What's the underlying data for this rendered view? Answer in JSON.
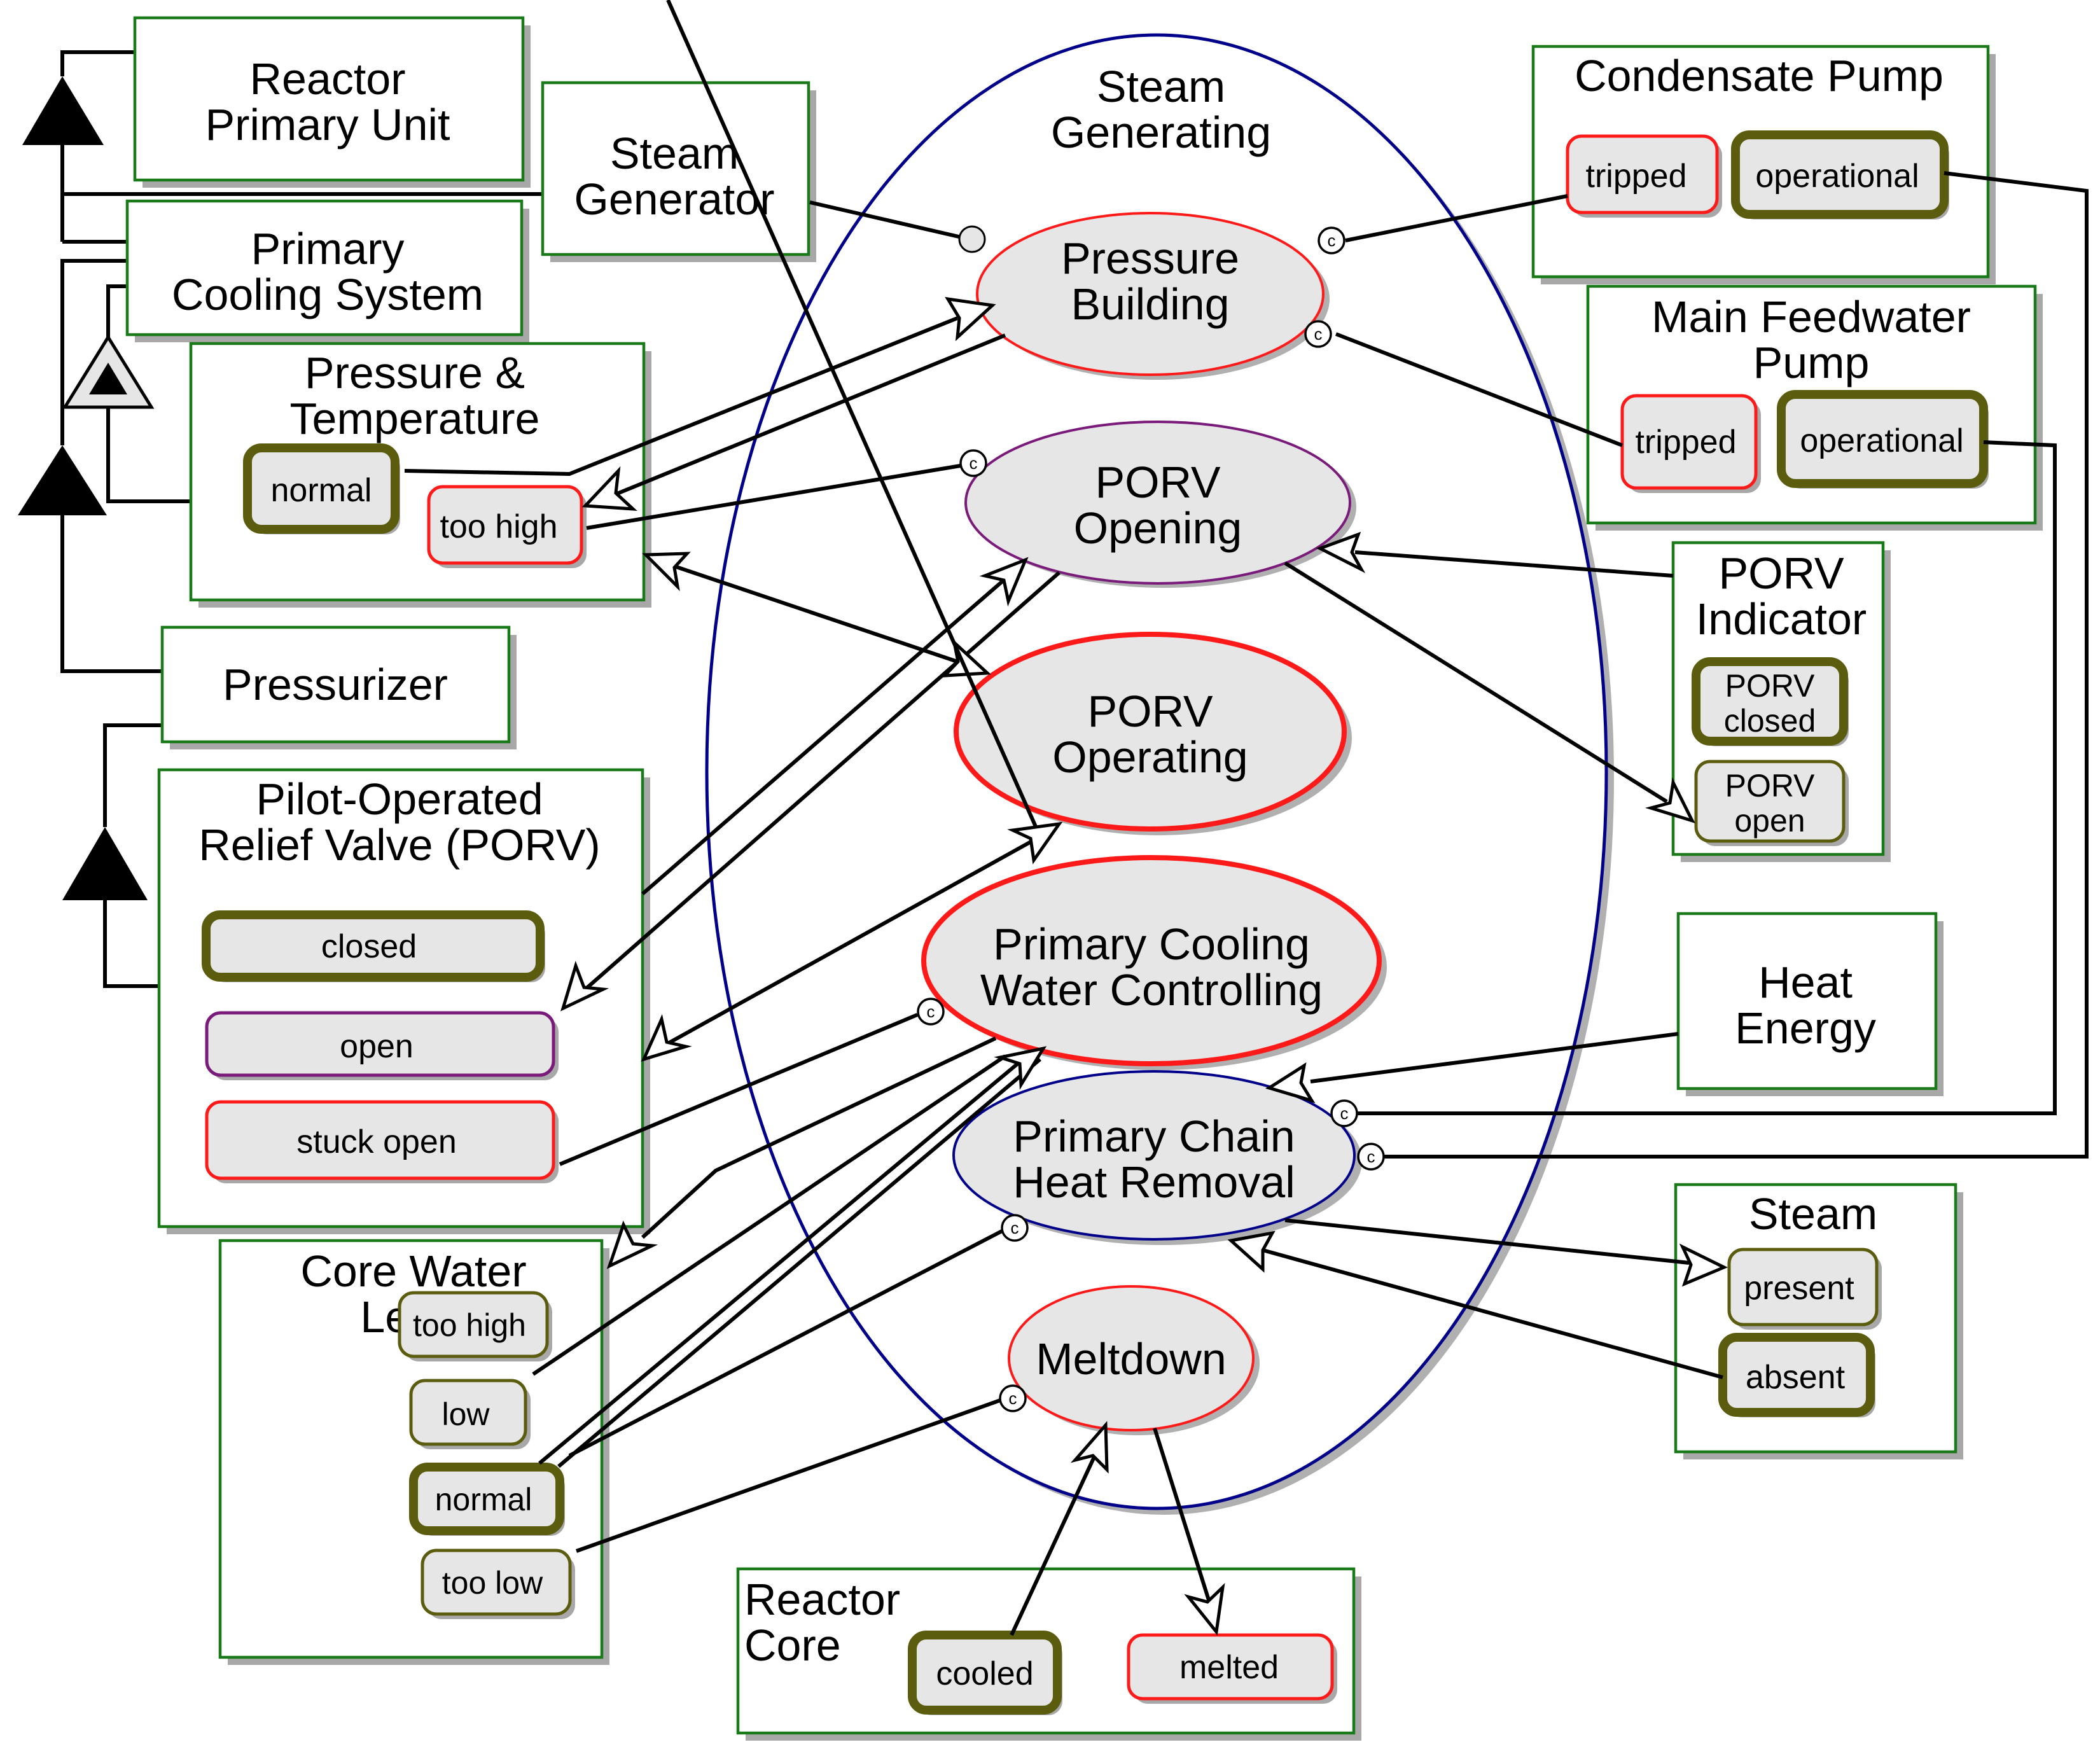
{
  "objects": {
    "reactor_primary_unit": {
      "lines": [
        "Reactor",
        "Primary Unit"
      ]
    },
    "steam_generator": {
      "lines": [
        "Steam",
        "Generator"
      ]
    },
    "primary_cooling_system": {
      "lines": [
        "Primary",
        "Cooling System"
      ]
    },
    "pressure_temperature": {
      "lines": [
        "Pressure &",
        "Temperature"
      ],
      "states": {
        "normal": "normal",
        "too_high": "too high"
      }
    },
    "pressurizer": {
      "lines": [
        "Pressurizer"
      ]
    },
    "porv": {
      "lines": [
        "Pilot-Operated",
        "Relief Valve (PORV)"
      ],
      "states": {
        "closed": "closed",
        "open": "open",
        "stuck_open": "stuck open"
      }
    },
    "core_water_level": {
      "lines": [
        "Core Water",
        "Level"
      ],
      "states": {
        "too_high": "too high",
        "low": "low",
        "normal": "normal",
        "too_low": "too low"
      }
    },
    "reactor_core": {
      "lines": [
        "Reactor",
        "Core"
      ],
      "states": {
        "cooled": "cooled",
        "melted": "melted"
      }
    },
    "condensate_pump": {
      "lines": [
        "Condensate Pump"
      ],
      "states": {
        "tripped": "tripped",
        "operational": "operational"
      }
    },
    "main_feedwater_pump": {
      "lines": [
        "Main Feedwater",
        "Pump"
      ],
      "states": {
        "tripped": "tripped",
        "operational": "operational"
      }
    },
    "porv_indicator": {
      "lines": [
        "PORV",
        "Indicator"
      ],
      "states": {
        "closed": [
          "PORV",
          "closed"
        ],
        "open": [
          "PORV",
          "open"
        ]
      }
    },
    "heat_energy": {
      "lines": [
        "Heat",
        "Energy"
      ]
    },
    "steam": {
      "lines": [
        "Steam"
      ],
      "states": {
        "present": "present",
        "absent": "absent"
      }
    }
  },
  "processes": {
    "steam_generating": [
      "Steam",
      "Generating"
    ],
    "pressure_building": [
      "Pressure",
      "Building"
    ],
    "porv_opening": [
      "PORV",
      "Opening"
    ],
    "porv_operating": [
      "PORV",
      "Operating"
    ],
    "primary_cooling_water_controlling": [
      "Primary Cooling",
      "Water Controlling"
    ],
    "primary_chain_heat_removal": [
      "Primary Chain",
      "Heat Removal"
    ],
    "meltdown": [
      "Meltdown"
    ]
  },
  "condition_marker": "c",
  "colors": {
    "object_border": "#1a7a1a",
    "state_fill": "#e6e6e6",
    "state_red": "#ff1a1a",
    "state_olive": "#5c5c0f",
    "state_purple": "#7a1a7a",
    "outer_process_border": "#00008b",
    "process_red": "#ff1a1a",
    "process_purple": "#7a1a7a",
    "process_blue": "#00008b"
  }
}
